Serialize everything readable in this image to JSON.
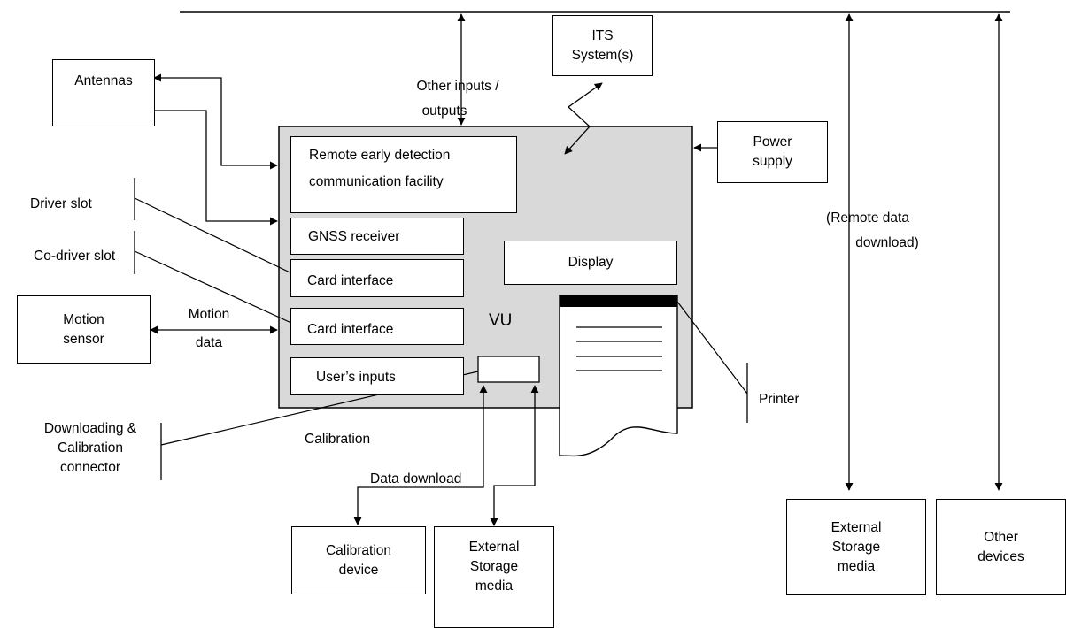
{
  "labels": {
    "antennas": "Antennas",
    "its_line1": "ITS",
    "its_line2": "System(s)",
    "other_io_line1": "Other inputs /",
    "other_io_line2": "outputs",
    "power_line1": "Power",
    "power_line2": "supply",
    "remote_line1": "Remote early detection",
    "remote_line2": "communication facility",
    "gnss": "GNSS receiver",
    "card1": "Card interface",
    "card2": "Card interface",
    "users_inputs": "User’s inputs",
    "display": "Display",
    "vu": "VU",
    "driver_slot": "Driver slot",
    "codriver_slot": "Co-driver slot",
    "motion_sensor_line1": "Motion",
    "motion_sensor_line2": "sensor",
    "motion_data_line1": "Motion",
    "motion_data_line2": "data",
    "dl_conn_line1": "Downloading &",
    "dl_conn_line2": "Calibration",
    "dl_conn_line3": "connector",
    "calibration": "Calibration",
    "data_download": "Data download",
    "cal_device_line1": "Calibration",
    "cal_device_line2": "device",
    "ext_storage_line1": "External",
    "ext_storage_line2": "Storage",
    "ext_storage_line3": "media",
    "printer": "Printer",
    "remote_dl_line1": "(Remote data",
    "remote_dl_line2": "download)",
    "ext_storage2_line1": "External",
    "ext_storage2_line2": "Storage",
    "ext_storage2_line3": "media",
    "other_devices_line1": "Other",
    "other_devices_line2": "devices"
  },
  "colors": {
    "vu_fill": "#d9d9d9",
    "line": "#000000",
    "printer_head": "#000000"
  }
}
